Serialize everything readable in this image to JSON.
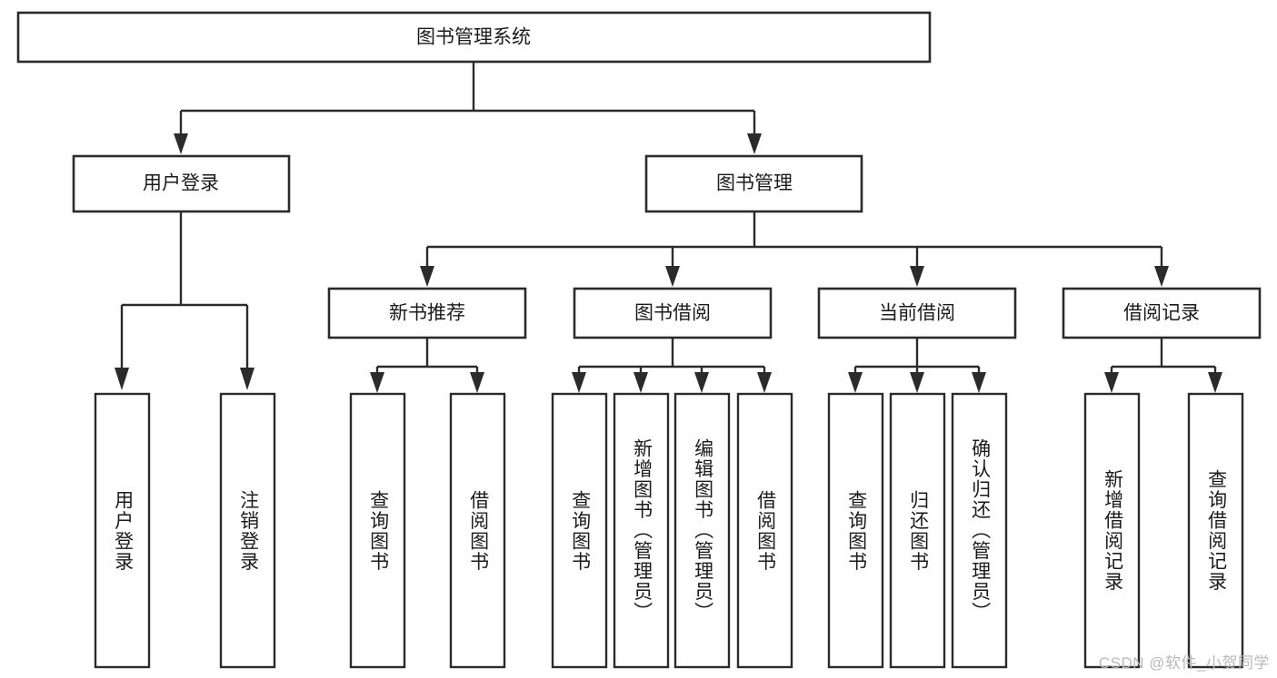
{
  "diagram": {
    "type": "tree",
    "title_node": {
      "label": "图书管理系统"
    },
    "level1": [
      {
        "label": "用户登录"
      },
      {
        "label": "图书管理"
      }
    ],
    "level2": [
      {
        "label": "新书推荐"
      },
      {
        "label": "图书借阅"
      },
      {
        "label": "当前借阅"
      },
      {
        "label": "借阅记录"
      }
    ],
    "leaves": {
      "user_login": [
        {
          "label": "用户登录"
        },
        {
          "label": "注销登录"
        }
      ],
      "new_book_recommend": [
        {
          "label": "查询图书"
        },
        {
          "label": "借阅图书"
        }
      ],
      "book_borrow": [
        {
          "label": "查询图书"
        },
        {
          "label": "新增图书（管理员）"
        },
        {
          "label": "编辑图书（管理员）"
        },
        {
          "label": "借阅图书"
        }
      ],
      "current_borrow": [
        {
          "label": "查询图书"
        },
        {
          "label": "归还图书"
        },
        {
          "label": "确认归还（管理员）"
        }
      ],
      "borrow_record": [
        {
          "label": "新增借阅记录"
        },
        {
          "label": "查询借阅记录"
        }
      ]
    }
  },
  "watermark": {
    "text": "CSDN @软件_小贺同学"
  },
  "colors": {
    "stroke": "#2b2b2b",
    "fill": "#ffffff",
    "text": "#1b1b1b",
    "watermark": "#b9b9b9"
  }
}
